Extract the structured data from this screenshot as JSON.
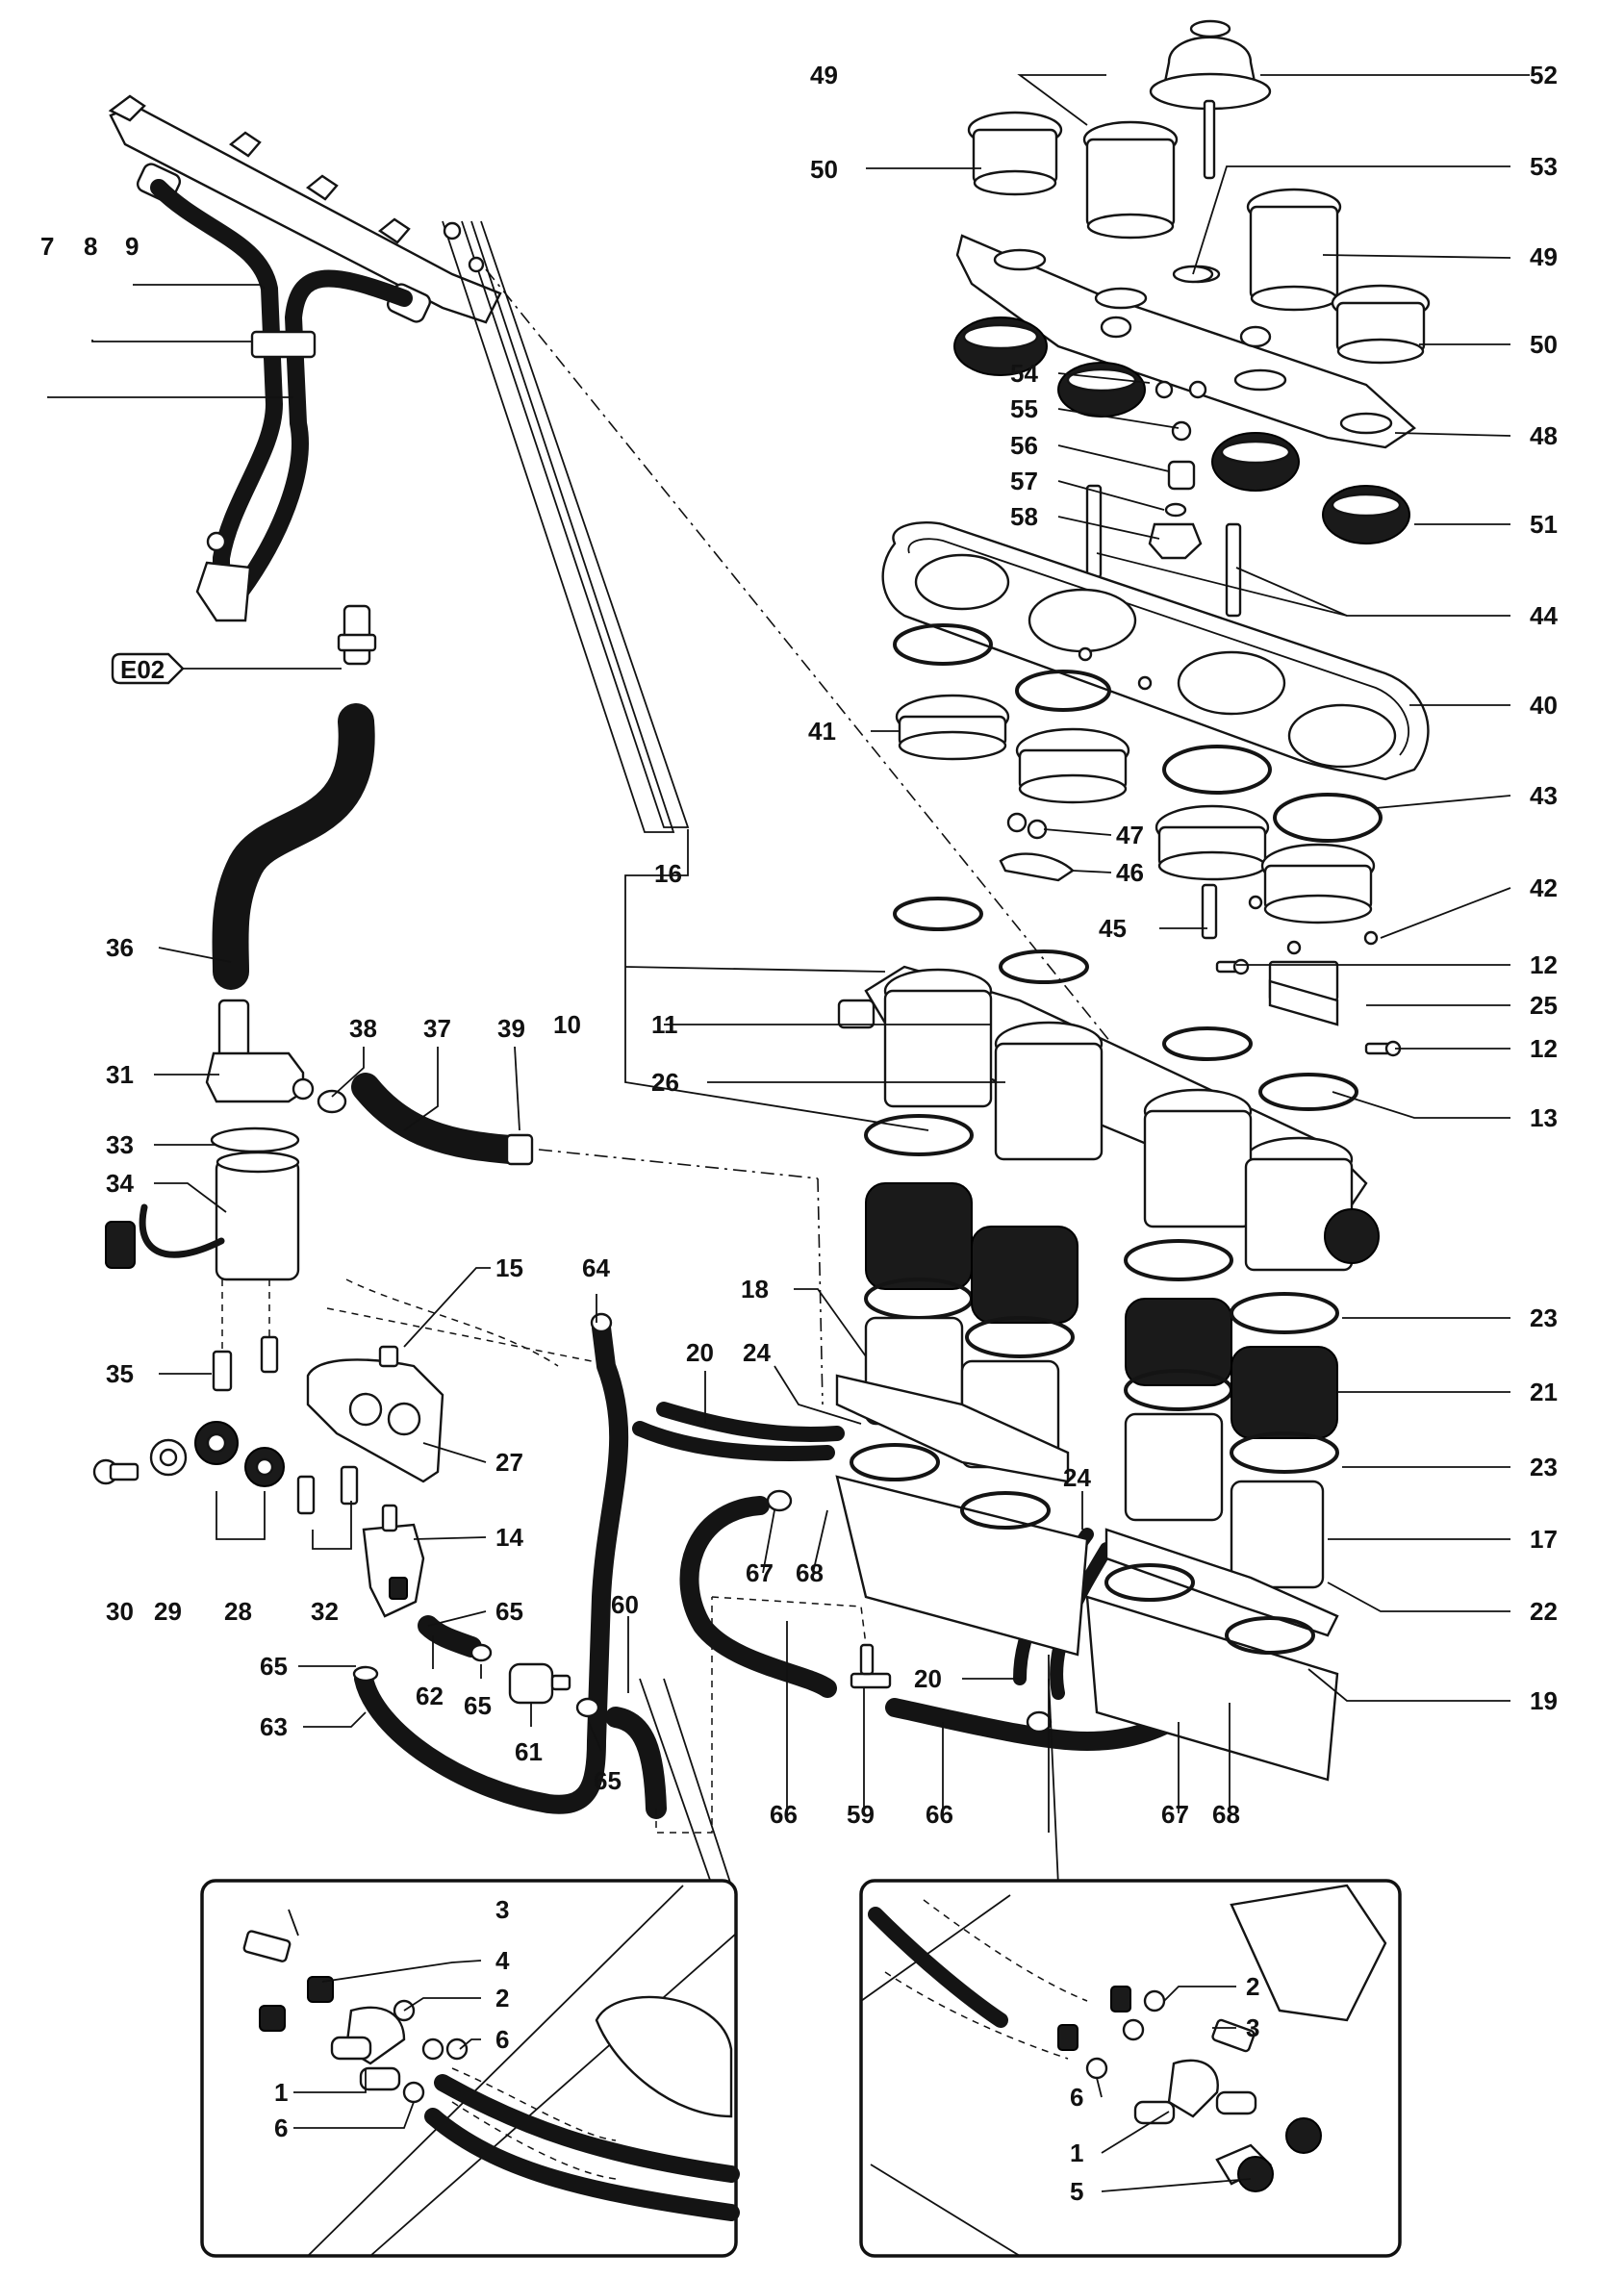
{
  "callouts": {
    "c1": "1",
    "c2": "2",
    "c3": "3",
    "c4": "4",
    "c5": "5",
    "c6": "6",
    "c7": "7",
    "c8": "8",
    "c9": "9",
    "c10": "10",
    "c11": "11",
    "c12": "12",
    "c13": "13",
    "c14": "14",
    "c15": "15",
    "c16": "16",
    "c17": "17",
    "c18": "18",
    "c19": "19",
    "c20": "20",
    "c21": "21",
    "c22": "22",
    "c23": "23",
    "c24": "24",
    "c25": "25",
    "c26": "26",
    "c27": "27",
    "c28": "28",
    "c29": "29",
    "c30": "30",
    "c31": "31",
    "c32": "32",
    "c33": "33",
    "c34": "34",
    "c35": "35",
    "c36": "36",
    "c37": "37",
    "c38": "38",
    "c39": "39",
    "c40": "40",
    "c41": "41",
    "c42": "42",
    "c43": "43",
    "c44": "44",
    "c45": "45",
    "c46": "46",
    "c47": "47",
    "c48": "48",
    "c49": "49",
    "c50": "50",
    "c51": "51",
    "c52": "52",
    "c53": "53",
    "c54": "54",
    "c55": "55",
    "c56": "56",
    "c57": "57",
    "c58": "58",
    "c59": "59",
    "c60": "60",
    "c61": "61",
    "c62": "62",
    "c63": "63",
    "c64": "64",
    "c65": "65",
    "c66": "66",
    "c67": "67",
    "c68": "68"
  },
  "reference_tag": "E02",
  "colors": {
    "ink": "#111111",
    "paper": "#ffffff",
    "rubber": "#1a1a1a"
  }
}
